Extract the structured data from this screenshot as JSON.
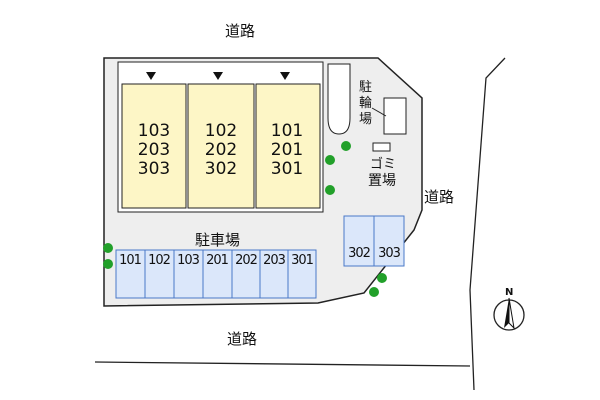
{
  "roads": {
    "top": "道路",
    "right": "道路",
    "bottom": "道路"
  },
  "building_units": [
    {
      "numbers": [
        "103",
        "203",
        "303"
      ]
    },
    {
      "numbers": [
        "102",
        "202",
        "302"
      ]
    },
    {
      "numbers": [
        "101",
        "201",
        "301"
      ]
    }
  ],
  "parking": {
    "label": "駐車場",
    "main_slots": [
      "101",
      "102",
      "103",
      "201",
      "202",
      "203",
      "301"
    ],
    "side_slots": [
      "302",
      "303"
    ]
  },
  "bike_parking": {
    "chars": [
      "駐",
      "輪",
      "場"
    ]
  },
  "garbage": {
    "chars": [
      "ゴ",
      "ミ",
      "置",
      "場"
    ]
  },
  "compass": {
    "label": "N"
  },
  "colors": {
    "building_fill": "#fdf6c6",
    "parking_fill": "#dbe7fa",
    "parking_stroke": "#4a78c8",
    "lot_fill": "#eeeeee",
    "tree": "#22a02a"
  }
}
